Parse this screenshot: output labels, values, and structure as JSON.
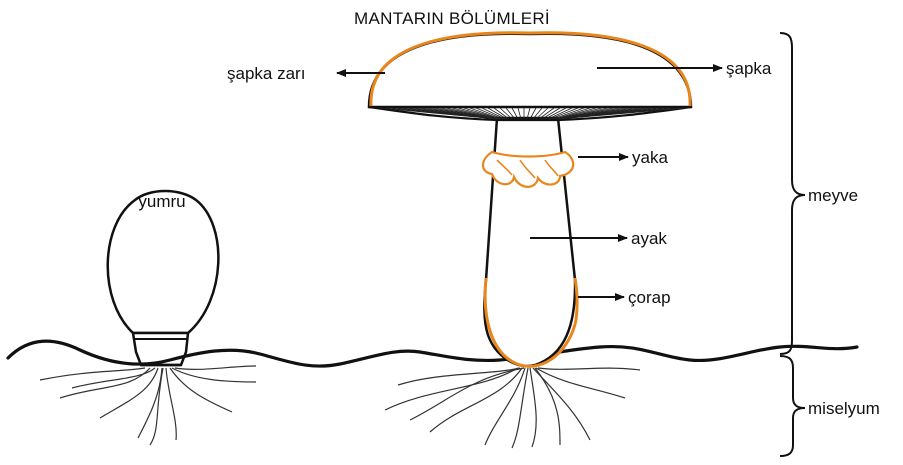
{
  "diagram": {
    "title": "MANTARIN BÖLÜMLERİ",
    "labels": {
      "sapka_zari": "şapka zarı",
      "sapka": "şapka",
      "yaka": "yaka",
      "ayak": "ayak",
      "corap": "çorap",
      "yumru": "yumru",
      "meyve": "meyve",
      "miselyum": "miselyum"
    },
    "colors": {
      "outline": "#111111",
      "highlight": "#e8861c",
      "background": "#ffffff"
    }
  }
}
